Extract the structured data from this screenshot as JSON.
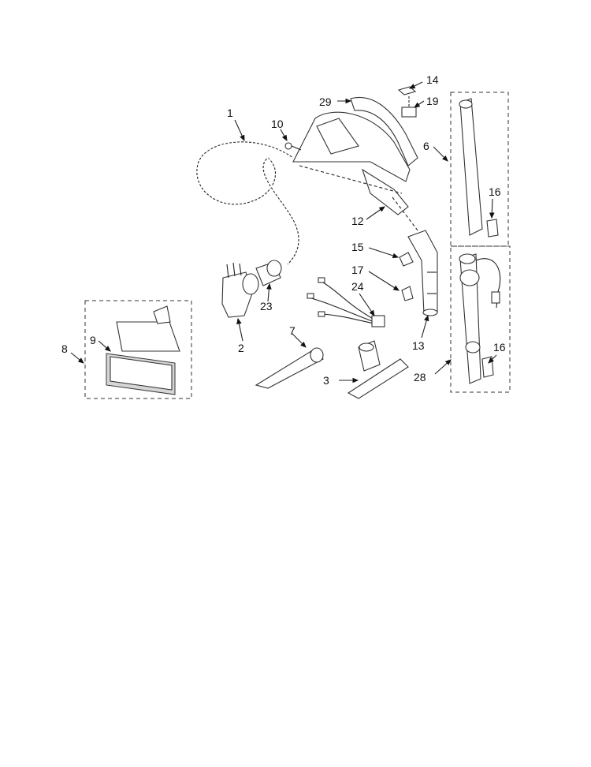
{
  "parts": [
    {
      "id": "p1",
      "label": "1"
    },
    {
      "id": "p2",
      "label": "2"
    },
    {
      "id": "p3",
      "label": "3"
    },
    {
      "id": "p6",
      "label": "6"
    },
    {
      "id": "p7",
      "label": "7"
    },
    {
      "id": "p8",
      "label": "8"
    },
    {
      "id": "p9",
      "label": "9"
    },
    {
      "id": "p10",
      "label": "10"
    },
    {
      "id": "p12",
      "label": "12"
    },
    {
      "id": "p13",
      "label": "13"
    },
    {
      "id": "p14",
      "label": "14"
    },
    {
      "id": "p15",
      "label": "15"
    },
    {
      "id": "p16a",
      "label": "16"
    },
    {
      "id": "p16b",
      "label": "16"
    },
    {
      "id": "p17",
      "label": "17"
    },
    {
      "id": "p19",
      "label": "19"
    },
    {
      "id": "p23",
      "label": "23"
    },
    {
      "id": "p24",
      "label": "24"
    },
    {
      "id": "p28",
      "label": "28"
    },
    {
      "id": "p29",
      "label": "29"
    }
  ]
}
